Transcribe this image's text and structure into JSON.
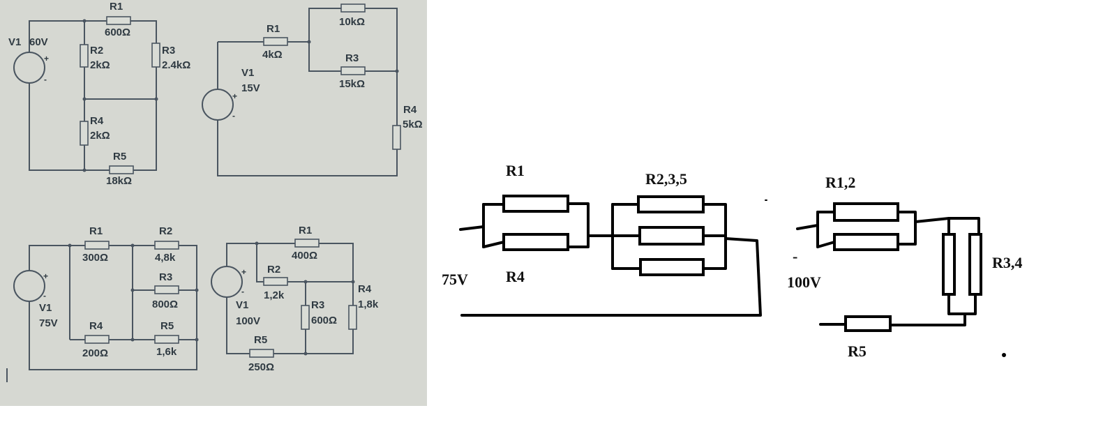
{
  "photo": {
    "bg": "#d6d8d2",
    "circuit_a": {
      "source": "V1",
      "source_value": "60V",
      "r1": "R1",
      "r1_value": "600Ω",
      "r2": "R2",
      "r2_value": "2kΩ",
      "r3": "R3",
      "r3_value": "2.4kΩ",
      "r4": "R4",
      "r4_value": "2kΩ",
      "r5": "R5",
      "r5_value": "18kΩ",
      "plus": "+",
      "minus": "-"
    },
    "circuit_b": {
      "source": "V1",
      "source_value": "15V",
      "r1": "R1",
      "r1_value": "4kΩ",
      "r2_value": "10kΩ",
      "r3": "R3",
      "r3_value": "15kΩ",
      "r4": "R4",
      "r4_value": "5kΩ",
      "plus": "+",
      "minus": "-"
    },
    "circuit_c": {
      "source": "V1",
      "source_value": "75V",
      "r1": "R1",
      "r1_value": "300Ω",
      "r2": "R2",
      "r2_value": "4,8k",
      "r3": "R3",
      "r3_value": "800Ω",
      "r4": "R4",
      "r4_value": "200Ω",
      "r5": "R5",
      "r5_value": "1,6k",
      "plus": "+",
      "minus": "-"
    },
    "circuit_d": {
      "source": "V1",
      "source_value": "100V",
      "r1": "R1",
      "r1_value": "400Ω",
      "r2": "R2",
      "r2_value": "1,2k",
      "r3": "R3",
      "r3_value": "600Ω",
      "r4": "R4",
      "r4_value": "1,8k",
      "r5": "R5",
      "r5_value": "250Ω",
      "plus": "+",
      "minus": "-"
    }
  },
  "sketch_a": {
    "voltage": "75V",
    "label_top": "R1",
    "label_bottom": "R4",
    "label_group": "R2,3,5"
  },
  "sketch_b": {
    "voltage": "100V",
    "minus": "-",
    "label_top": "R1,2",
    "label_side": "R3,4",
    "label_bottom": "R5"
  }
}
